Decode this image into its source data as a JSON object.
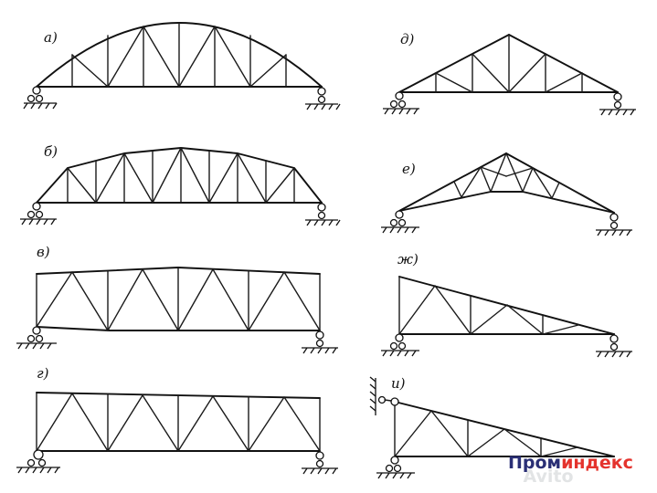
{
  "diagram": {
    "panels": [
      {
        "id": "a",
        "label": "а)"
      },
      {
        "id": "b",
        "label": "б)"
      },
      {
        "id": "v",
        "label": "в)"
      },
      {
        "id": "g",
        "label": "г)"
      },
      {
        "id": "d",
        "label": "д)"
      },
      {
        "id": "e",
        "label": "е)"
      },
      {
        "id": "zh",
        "label": "ж)"
      },
      {
        "id": "i",
        "label": "и)"
      }
    ]
  },
  "watermark": {
    "brand_main": "Пром",
    "brand_accent": "индекс",
    "brand_ghost": "Avito",
    "accent_color": "#e4332d",
    "main_color": "#2a2f75"
  }
}
